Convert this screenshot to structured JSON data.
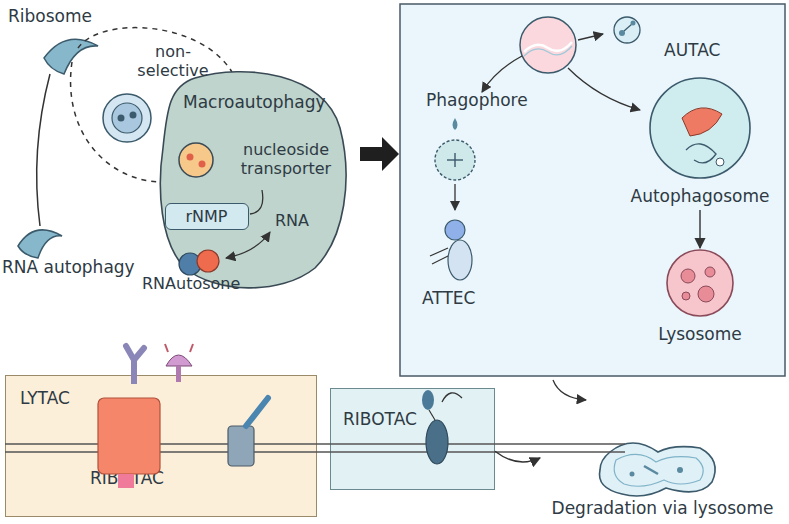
{
  "diagram": {
    "nodes": [
      {
        "text": [
          "Macroautophagy",
          "nucleoside transporter",
          "RNA"
        ]
      },
      {
        "text": [
          "rNMP"
        ],
        "in": 0
      },
      {
        "text": [
          "Autophagosome"
        ]
      },
      {
        "text": [
          "Lysosome"
        ]
      },
      {
        "text": [
          "LYTAC",
          "RIBOTAC"
        ]
      },
      {
        "text": [
          "RIBOTAC"
        ]
      },
      {
        "text": [
          "Degradation via lysosome"
        ]
      }
    ],
    "edges": [
      {
        "from": 2,
        "to": 3,
        "arrow": "to"
      },
      {
        "from": 5,
        "to": 6,
        "arrow": "to"
      }
    ],
    "labels": [
      "Ribosome",
      "non-selective",
      "RNA autophagy",
      "RNAutosone",
      "AUTAC",
      "Phagophore",
      "ATTEC"
    ]
  }
}
